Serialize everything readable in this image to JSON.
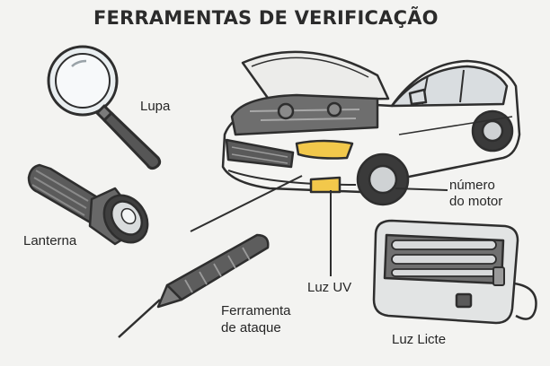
{
  "title": "FERRAMENTAS DE VERIFICAÇÃO",
  "labels": {
    "lupa": "Lupa",
    "lanterna": "Lanterna",
    "ferramenta_line1": "Ferramenta",
    "ferramenta_line2": "de ataque",
    "luz_uv": "Luz UV",
    "numero_line1": "número",
    "numero_line2": "do motor",
    "luz_licte": "Luz Licte"
  },
  "colors": {
    "background": "#f3f3f1",
    "stroke": "#2e2e2e",
    "highlight": "#f2c84b"
  },
  "icons": [
    "magnifier-icon",
    "flashlight-icon",
    "probe-tool-icon",
    "car-illustration",
    "uv-lamp-icon"
  ]
}
